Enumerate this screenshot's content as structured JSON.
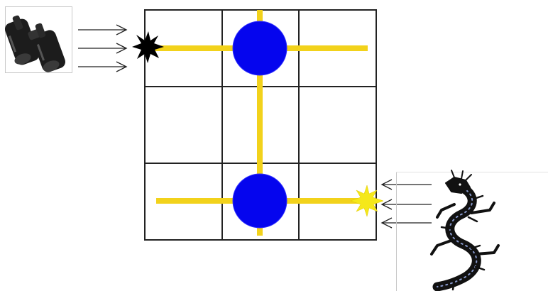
{
  "diagram": {
    "grid": {
      "rows": 3,
      "cols": 3
    },
    "orbs": [
      {
        "row": 0,
        "col": 1
      },
      {
        "row": 2,
        "col": 1
      }
    ],
    "left_viewer": {
      "icon": "binoculars-icon",
      "marker": "black-starburst",
      "arrow_count": 3
    },
    "right_source": {
      "icon": "dragon-icon",
      "marker": "yellow-starburst",
      "arrow_count": 3
    }
  },
  "colors": {
    "grid_line": "#222222",
    "beam": "#f2d21b",
    "orb": "#0505ee",
    "orb_edge": "#3333ff",
    "dark_starburst": "#000000",
    "light_starburst": "#f5e81a",
    "arrow": "#222222"
  }
}
